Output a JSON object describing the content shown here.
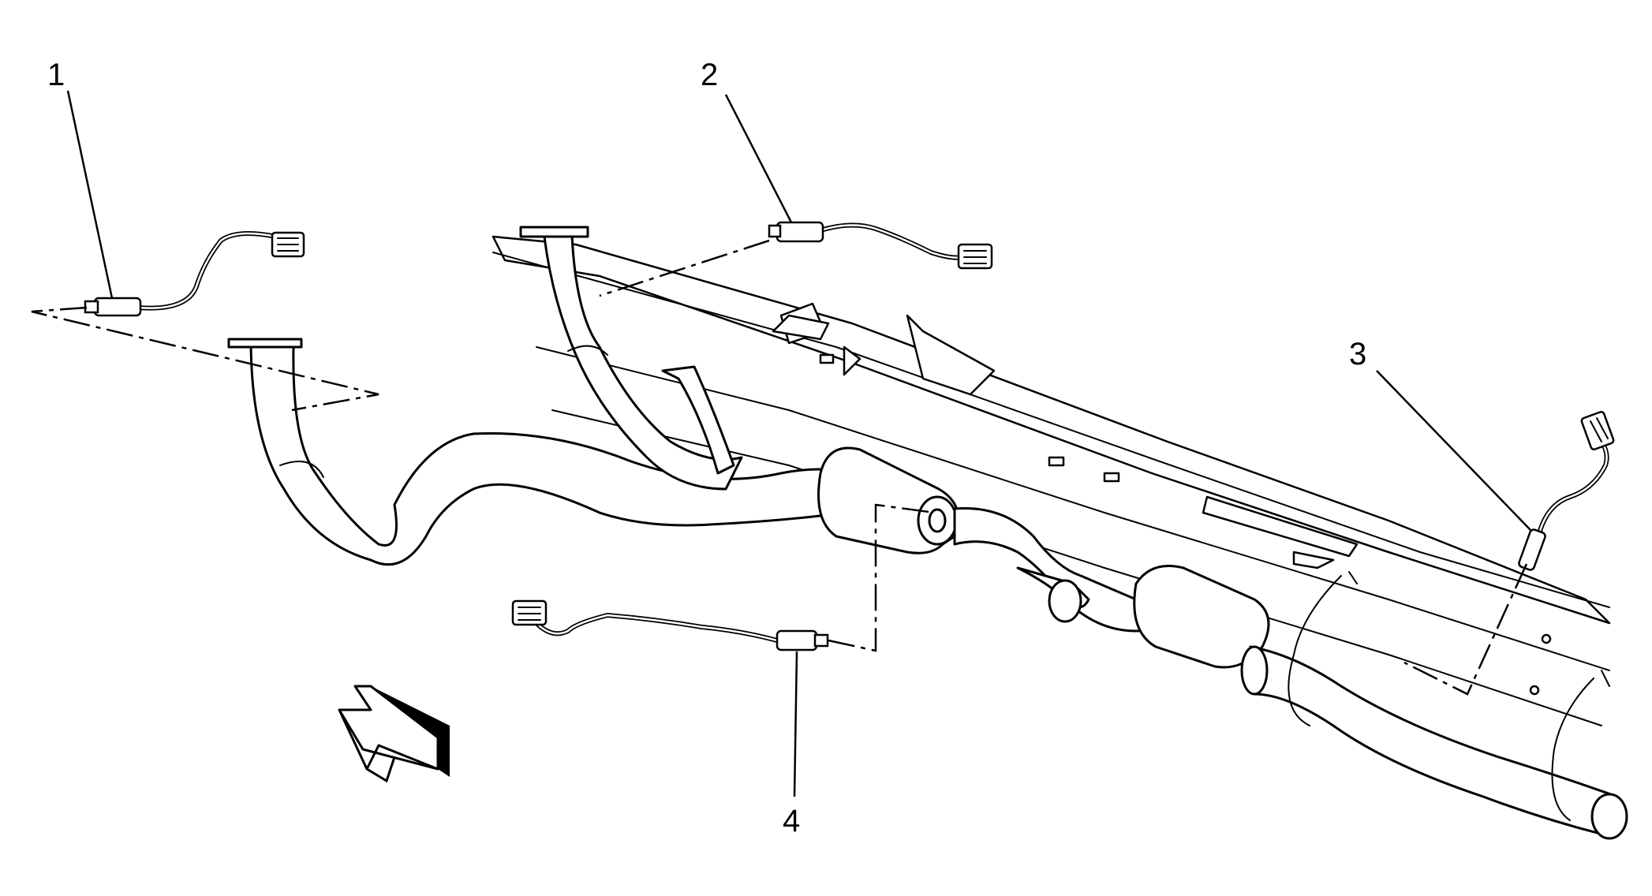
{
  "diagram": {
    "callouts": [
      {
        "id": "1",
        "label": "1"
      },
      {
        "id": "2",
        "label": "2"
      },
      {
        "id": "3",
        "label": "3"
      },
      {
        "id": "4",
        "label": "4"
      }
    ],
    "icons": {
      "direction_arrow": "front-direction-arrow-icon",
      "sensor": "oxygen-sensor-icon",
      "connector": "electrical-connector-icon"
    }
  }
}
